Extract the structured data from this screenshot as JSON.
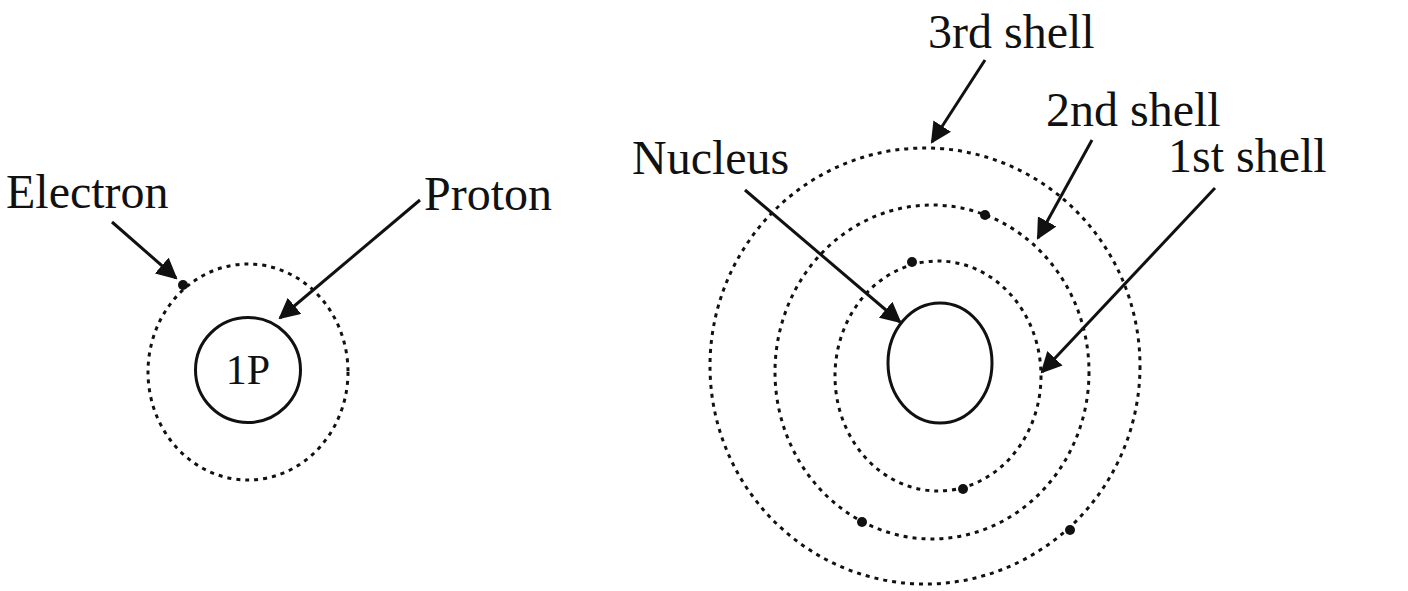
{
  "diagram": {
    "nodes": [
      {
        "text": [
          "1P"
        ]
      }
    ],
    "labels": [
      "Electron",
      "Proton",
      "Nucleus",
      "3rd shell",
      "2nd shell",
      "1st shell"
    ]
  }
}
